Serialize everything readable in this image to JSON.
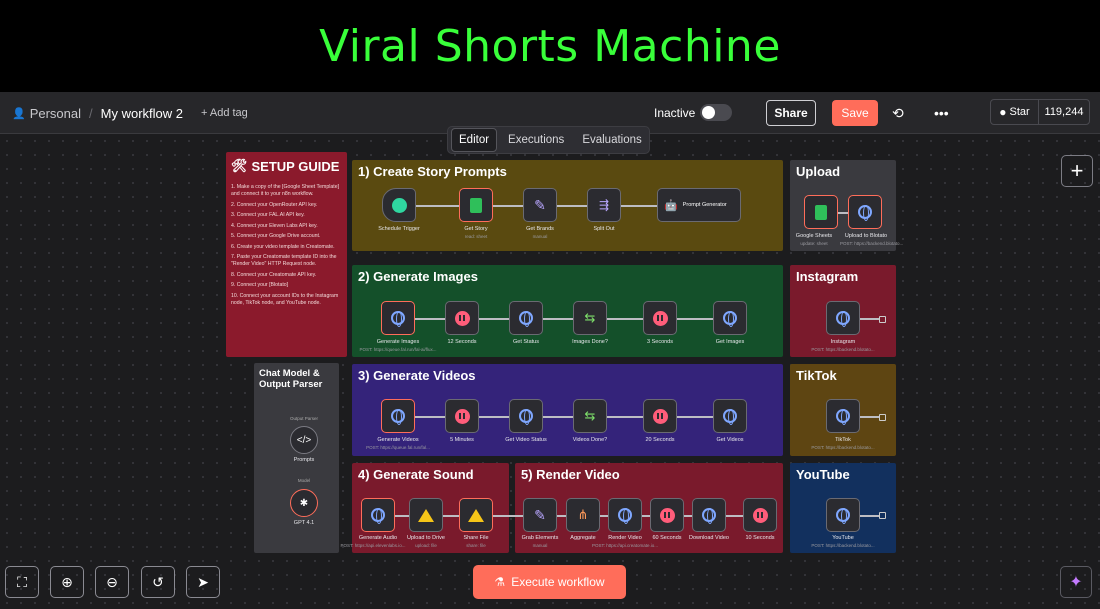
{
  "banner": {
    "title": "Viral Shorts Machine"
  },
  "topbar": {
    "project": "Personal",
    "workflow_name": "My workflow 2",
    "add_tag": "+ Add tag",
    "status_label": "Inactive",
    "share_label": "Share",
    "save_label": "Save",
    "star_label": "Star",
    "star_count": "119,244"
  },
  "tabs": [
    {
      "label": "Editor",
      "active": true
    },
    {
      "label": "Executions",
      "active": false
    },
    {
      "label": "Evaluations",
      "active": false
    }
  ],
  "setup_guide": {
    "title": "SETUP GUIDE",
    "steps": [
      "1. Make a copy of the [Google Sheet Template] and connect it to your n8n workflow.",
      "2. Connect your OpenRouter API key.",
      "3. Connect your FAL.AI API key.",
      "4. Connect your Eleven Labs API key.",
      "5. Connect your Google Drive account.",
      "6. Create your video template in Creatomate.",
      "7. Paste your Creatomate template ID into the \"Render Video\" HTTP Request node.",
      "8. Connect your Creatomate API key.",
      "9. Connect your [Blotato]",
      "10. Connect your account IDs to the Instagram node, TikTok node, and YouTube node."
    ]
  },
  "panels": {
    "create_story": "1) Create Story Prompts",
    "generate_images": "2) Generate Images",
    "generate_videos": "3) Generate Videos",
    "generate_sound": "4) Generate Sound",
    "render_video": "5) Render Video",
    "upload": "Upload",
    "instagram": "Instagram",
    "tiktok": "TikTok",
    "youtube": "YouTube",
    "chat_model": "Chat Model & Output Parser"
  },
  "nodes": {
    "schedule_trigger": "Schedule Trigger",
    "get_story": "Get Story",
    "get_story_sub": "read: sheet",
    "get_brands": "Get Brands",
    "get_brands_sub": "manual",
    "split_out": "Split Out",
    "prompt_generator": "Prompt Generator",
    "gen_images": "Generate Images",
    "gen_images_sub": "POST: https://queue.fal.run/fal-ai/flux...",
    "wait_12": "12 Seconds",
    "get_status": "Get Status",
    "images_done": "Images Done?",
    "wait_3": "3 Seconds",
    "get_images": "Get Images",
    "gen_videos": "Generate Videos",
    "gen_videos_sub": "POST: https://queue.fal.run/fal...",
    "wait_5m": "5 Minutes",
    "get_video_status": "Get Video Status",
    "videos_done": "Videos Done?",
    "wait_20": "20 Seconds",
    "get_videos": "Get Videos",
    "gen_audio": "Generate Audio",
    "gen_audio_sub": "POST: https://api.elevenlabs.io...",
    "upload_drive": "Upload to Drive",
    "upload_drive_sub": "upload: file",
    "share_file": "Share File",
    "share_file_sub": "share: file",
    "grab_elements": "Grab Elements",
    "grab_elements_sub": "manual",
    "aggregate": "Aggregate",
    "render_video": "Render Video",
    "render_video_sub": "POST: https://api.creatomate.io...",
    "wait_60": "60 Seconds",
    "download_video": "Download Video",
    "wait_10": "10 Seconds",
    "google_sheets": "Google Sheets",
    "google_sheets_sub": "update: sheet",
    "upload_blotato": "Upload to Blotato",
    "upload_blotato_sub": "POST: https://backend.blotato...",
    "instagram": "Instagram",
    "instagram_sub": "POST: https://backend.blotato...",
    "tiktok": "TikTok",
    "tiktok_sub": "POST: https://backend.blotato...",
    "youtube": "YouTube",
    "youtube_sub": "POST: https://backend.blotato...",
    "prompts": "Prompts",
    "prompts_port": "Output Parser",
    "gpt": "GPT 4.1",
    "gpt_port": "Model"
  },
  "footer": {
    "execute_label": "Execute workflow"
  },
  "colors": {
    "banner_text": "#39ff3a",
    "accent": "#ff6d5a",
    "create_story": "#5a4a10",
    "generate_images": "#14502a",
    "generate_videos": "#34237a",
    "sound_render": "#7a1a2c",
    "upload": "#3a3a3f",
    "instagram": "#7a1a2c",
    "tiktok": "#5e4512",
    "youtube": "#12305e"
  }
}
